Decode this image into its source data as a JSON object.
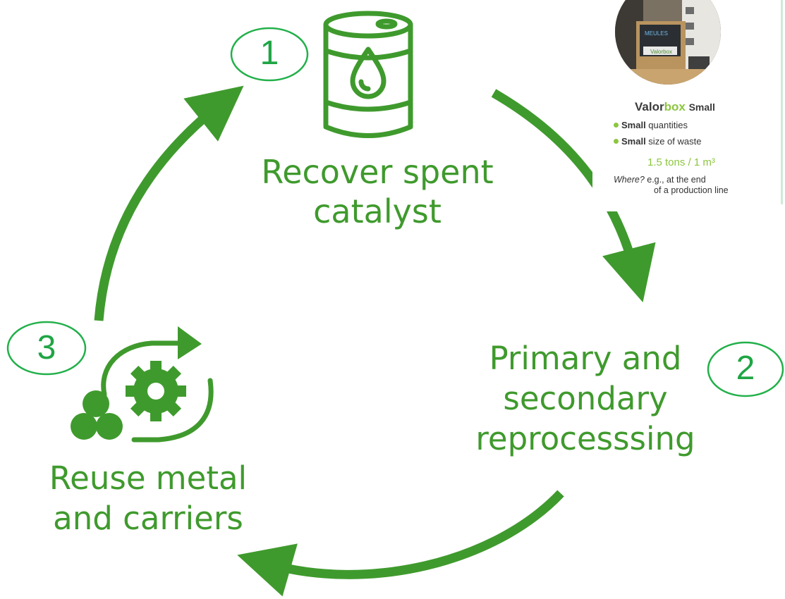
{
  "steps": [
    {
      "number": "1",
      "label_lines": [
        "Recover spent",
        "catalyst"
      ],
      "icon": "oil-barrel-icon"
    },
    {
      "number": "2",
      "label_lines": [
        "Primary and",
        "secondary",
        "reprocesssing"
      ],
      "icon": ""
    },
    {
      "number": "3",
      "label_lines": [
        "Reuse metal",
        "and carriers"
      ],
      "icon": "metal-reuse-gear-icon"
    }
  ],
  "product_card": {
    "brand_part1": "Valor",
    "brand_part2": "box",
    "size": "Small",
    "bullets": [
      {
        "bold": "Small",
        "rest": " quantities"
      },
      {
        "bold": "Small",
        "rest": " size of waste"
      }
    ],
    "capacity": "1.5 tons / 1 m³",
    "where_label": "Where?",
    "where_line1": " e.g., at the end",
    "where_line2": "of a production line",
    "photo_text_1": "MEULES",
    "photo_text_2": "Valorbox"
  },
  "colors": {
    "arrow_green": "#3f9a2d",
    "number_green": "#1fa544",
    "brand_green": "#8cc63f"
  }
}
